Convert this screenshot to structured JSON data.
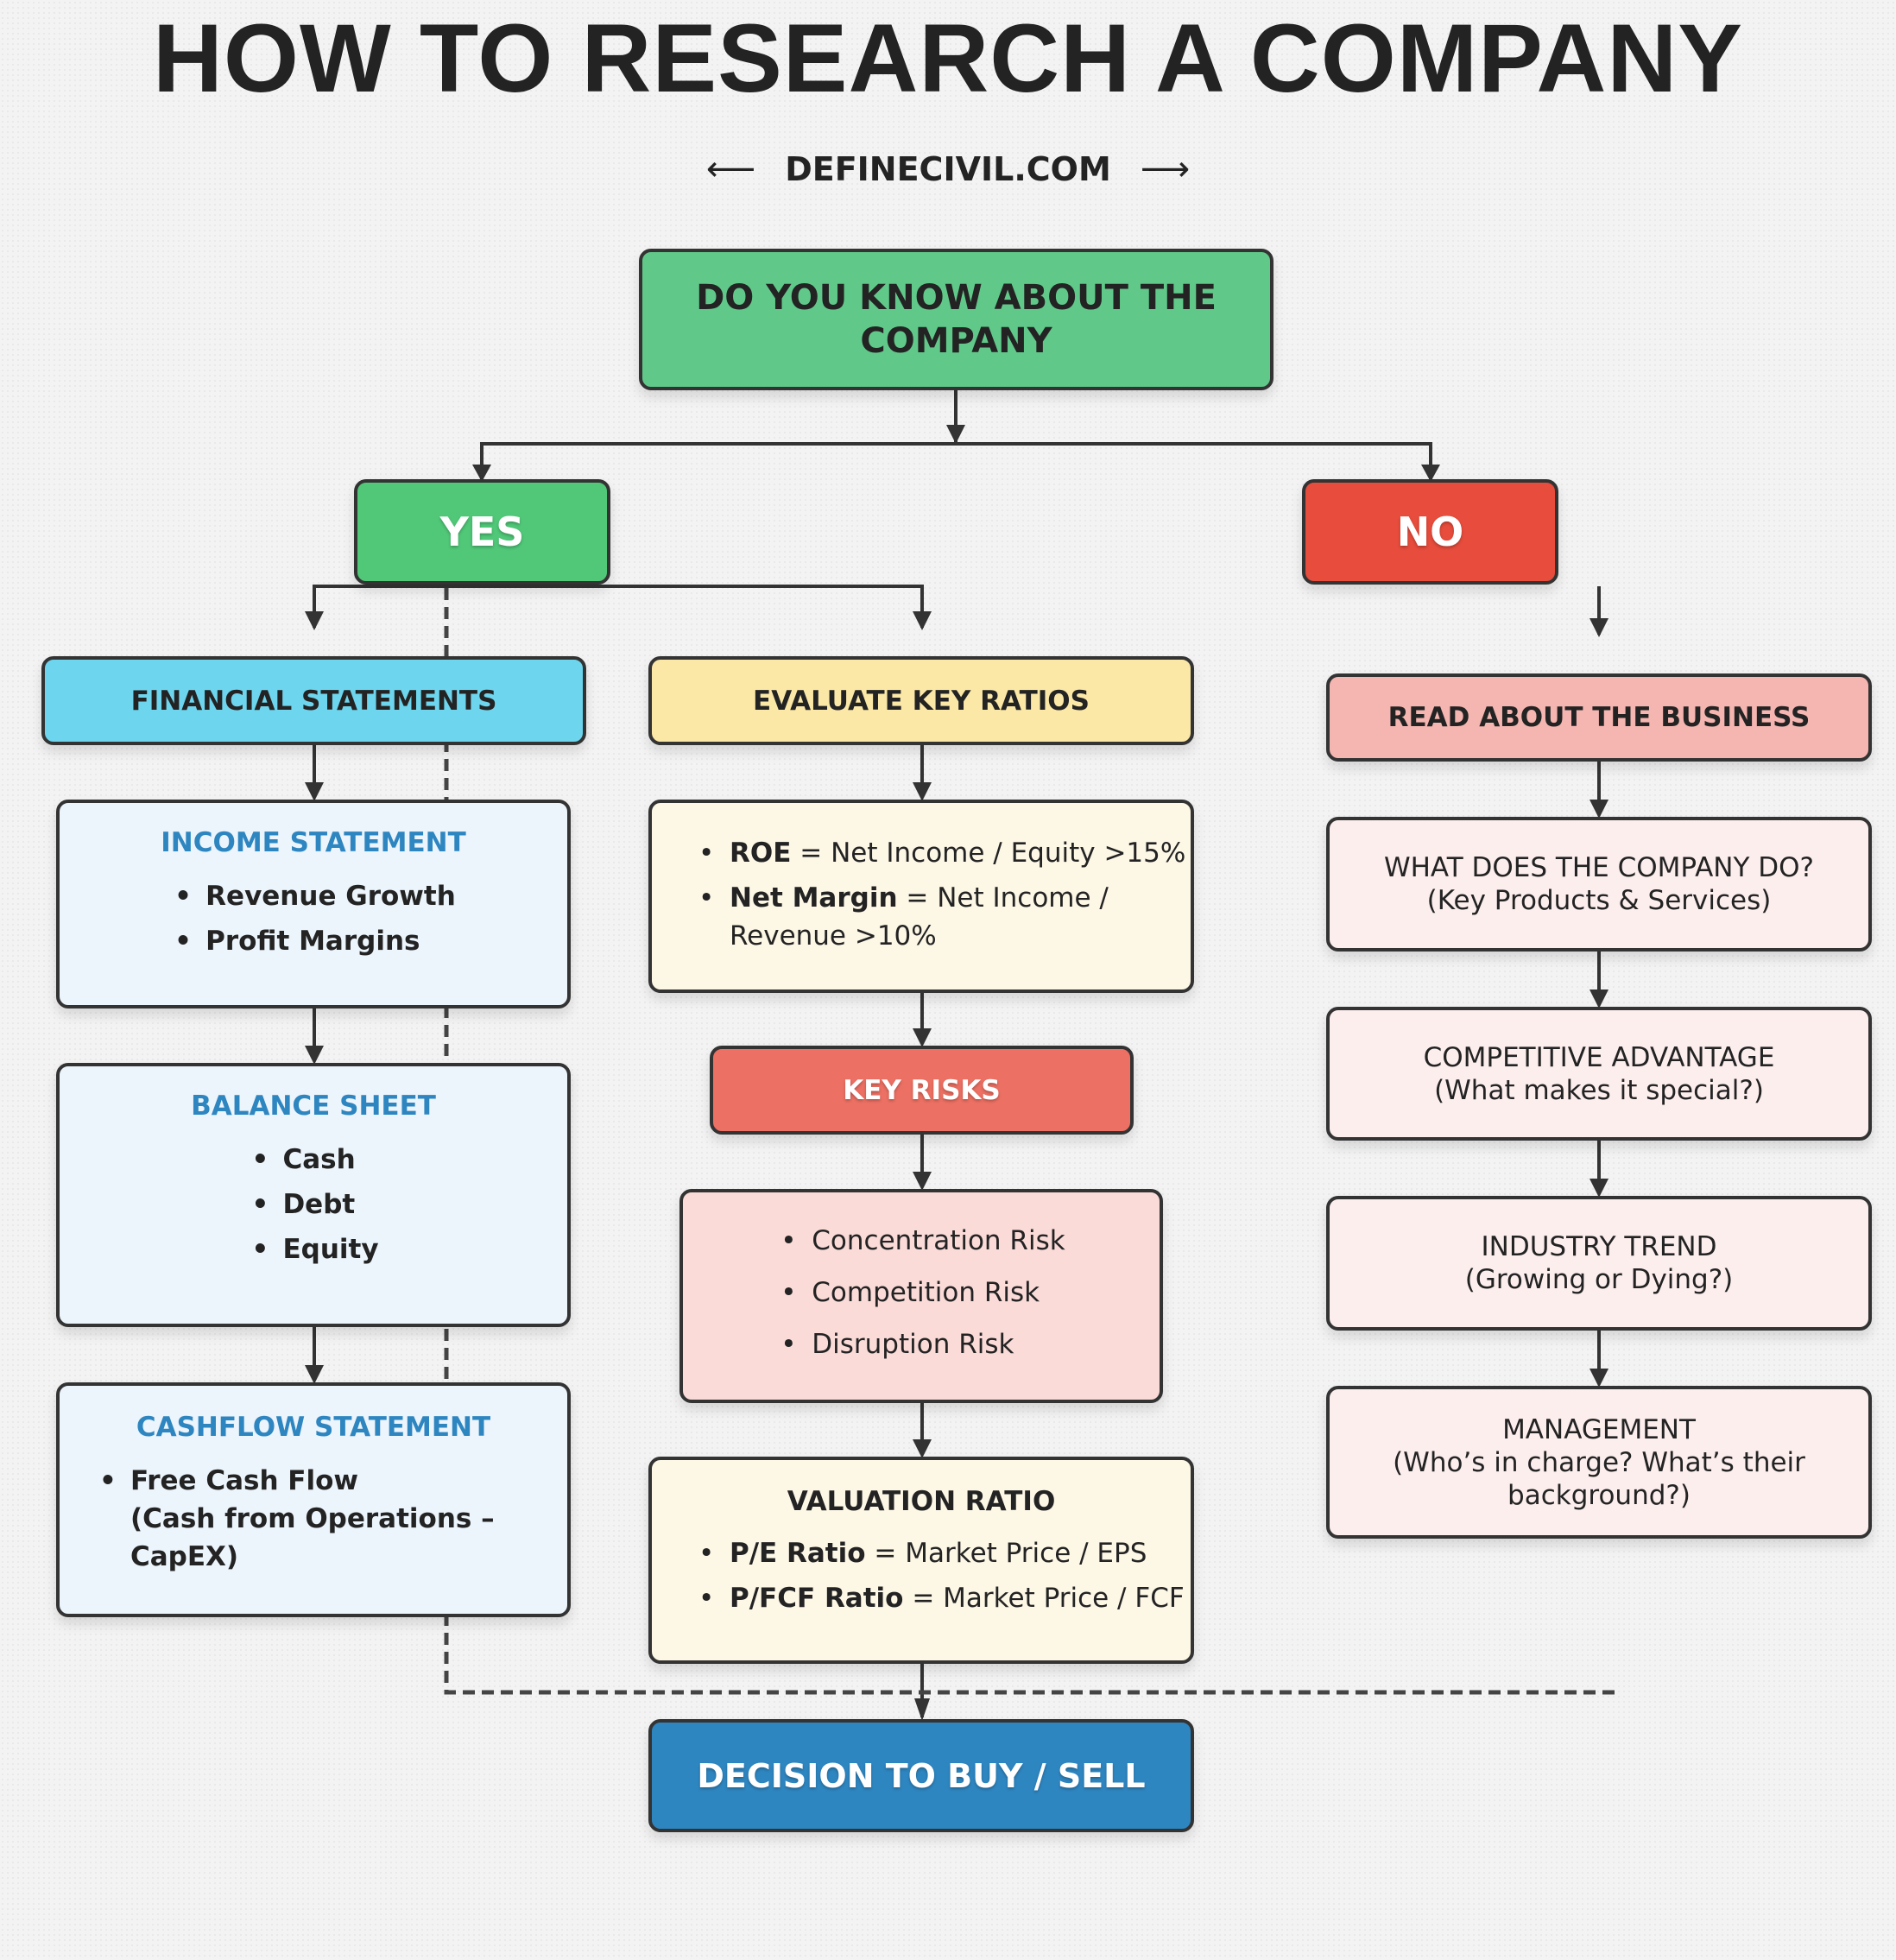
{
  "title": "HOW TO RESEARCH A COMPANY",
  "subtitle": {
    "left_arrow": "⟵",
    "text": "DEFINECIVIL.COM",
    "right_arrow": "⟶"
  },
  "colors": {
    "start": "#60c98a",
    "yes": "#50c878",
    "no": "#e74c3c",
    "financial": "#6dd5ed",
    "evaluate": "#fbe8a6",
    "read": "#f5b5b0",
    "key_risks": "#ec7063",
    "decision": "#2e86c1",
    "section_title": "#2e86c1"
  },
  "start": {
    "line1": "DO YOU KNOW ABOUT THE",
    "line2": "COMPANY"
  },
  "yes": {
    "label": "YES"
  },
  "no": {
    "label": "NO"
  },
  "financial_statements": {
    "label": "FINANCIAL STATEMENTS"
  },
  "income_statement": {
    "title": "INCOME STATEMENT",
    "items": [
      "Revenue Growth",
      "Profit Margins"
    ]
  },
  "balance_sheet": {
    "title": "BALANCE SHEET",
    "items": [
      "Cash",
      "Debt",
      "Equity"
    ]
  },
  "cashflow_statement": {
    "title": "CASHFLOW STATEMENT",
    "items": [
      {
        "line1": "Free Cash Flow",
        "line2": "(Cash from Operations –",
        "line3": "CapEX)"
      }
    ]
  },
  "evaluate_key_ratios": {
    "label": "EVALUATE KEY RATIOS"
  },
  "ratios": [
    {
      "name": "ROE",
      "formula": " = Net Income / Equity >15%"
    },
    {
      "name": "Net Margin",
      "formula": " = Net Income /",
      "formula_cont": "Revenue >10%"
    }
  ],
  "key_risks": {
    "label": "KEY RISKS",
    "items": [
      "Concentration Risk",
      "Competition Risk",
      "Disruption Risk"
    ]
  },
  "valuation_ratio": {
    "title": "VALUATION RATIO",
    "items": [
      {
        "name": "P/E Ratio",
        "formula": " = Market Price / EPS"
      },
      {
        "name": "P/FCF Ratio",
        "formula": " = Market Price / FCF"
      }
    ]
  },
  "decision": {
    "label": "DECISION TO BUY / SELL"
  },
  "read_about_business": {
    "label": "READ ABOUT THE BUSINESS"
  },
  "business_steps": [
    {
      "title": "WHAT DOES THE COMPANY DO?",
      "detail": "(Key Products & Services)"
    },
    {
      "title": "COMPETITIVE ADVANTAGE",
      "detail": "(What makes it special?)"
    },
    {
      "title": "INDUSTRY TREND",
      "detail": "(Growing or Dying?)"
    },
    {
      "title": "MANAGEMENT",
      "detail": "(Who’s in charge? What’s their background?)"
    }
  ]
}
